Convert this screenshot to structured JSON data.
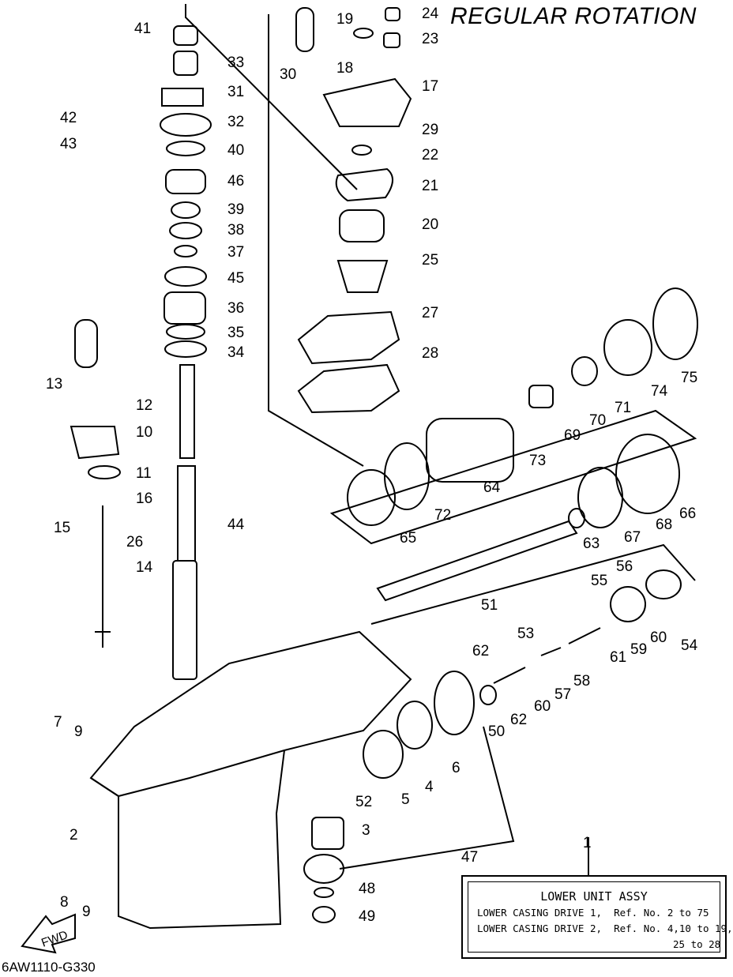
{
  "title": "REGULAR ROTATION",
  "drawing_code": "6AW1110-G330",
  "direction_arrow": "FWD",
  "assembly_box": {
    "ref_number": "1",
    "heading": "LOWER UNIT ASSY",
    "lines": [
      "LOWER CASING DRIVE 1,  Ref. No. 2 to 75",
      "LOWER CASING DRIVE 2,  Ref. No. 4,10 to 19,",
      "25 to 28"
    ]
  },
  "part_numbers": [
    "2",
    "3",
    "4",
    "5",
    "6",
    "7",
    "8",
    "9",
    "9",
    "10",
    "11",
    "12",
    "13",
    "14",
    "15",
    "16",
    "17",
    "18",
    "19",
    "20",
    "21",
    "22",
    "23",
    "24",
    "25",
    "26",
    "27",
    "28",
    "29",
    "30",
    "31",
    "32",
    "33",
    "34",
    "35",
    "36",
    "37",
    "38",
    "39",
    "40",
    "41",
    "42",
    "43",
    "44",
    "45",
    "46",
    "47",
    "48",
    "49",
    "50",
    "51",
    "52",
    "53",
    "54",
    "55",
    "56",
    "57",
    "58",
    "59",
    "60",
    "60",
    "61",
    "62",
    "62",
    "63",
    "64",
    "65",
    "66",
    "67",
    "68",
    "69",
    "70",
    "71",
    "72",
    "73",
    "74",
    "75"
  ]
}
